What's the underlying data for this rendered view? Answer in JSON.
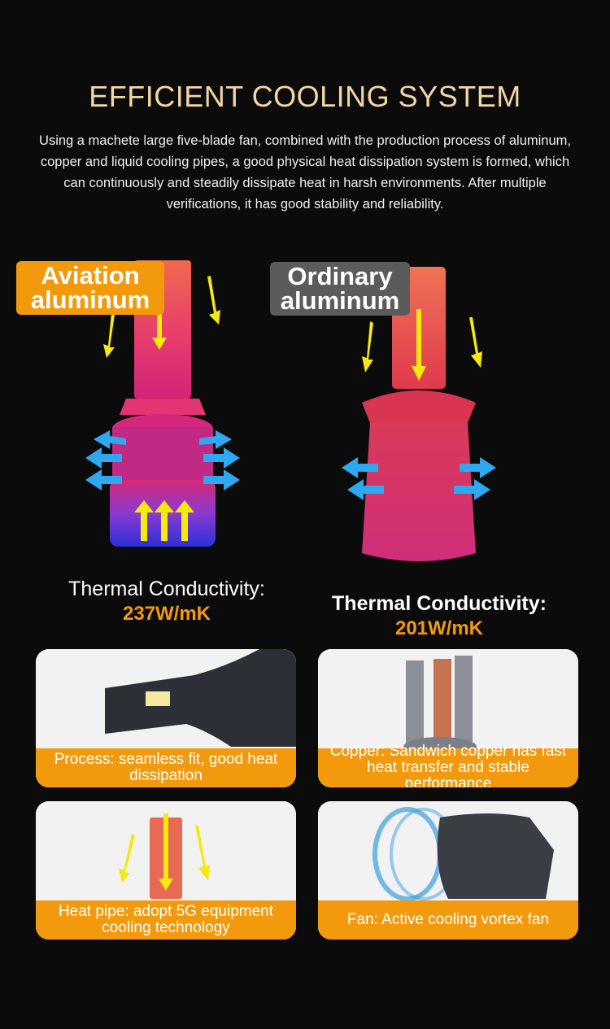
{
  "title": "EFFICIENT COOLING SYSTEM",
  "description": "Using a machete large five-blade fan, combined with the production process of aluminum, copper and liquid cooling pipes, a good physical heat dissipation system is formed, which can continuously and steadily dissipate heat in harsh environments. After multiple verifications, it has good stability and reliability.",
  "left": {
    "tag_line1": "Aviation",
    "tag_line2": "aluminum",
    "tc_label": "Thermal Conductivity:",
    "tc_value": "237W/mK"
  },
  "right": {
    "tag_line1": "Ordinary",
    "tag_line2": "aluminum",
    "tc_label": "Thermal Conductivity:",
    "tc_value": "201W/mK"
  },
  "cards": [
    {
      "caption": "Process: seamless fit, good heat dissipation"
    },
    {
      "caption": "Copper: Sandwich copper has fast heat transfer and stable performance"
    },
    {
      "caption": "Heat pipe: adopt 5G equipment cooling technology"
    },
    {
      "caption": "Fan: Active cooling vortex fan"
    }
  ],
  "colors": {
    "accent": "#f39a0c",
    "title": "#f3d6a6",
    "tag_gray": "#5b5b5b"
  }
}
